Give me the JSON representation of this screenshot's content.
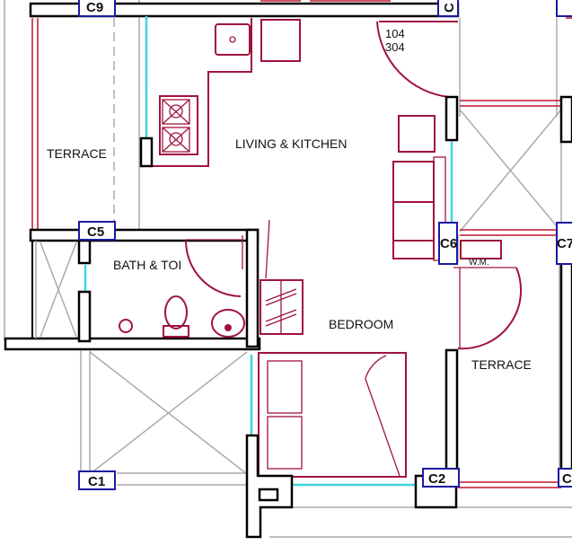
{
  "rooms": {
    "terrace_left": "TERRACE",
    "living_kitchen": "LIVING & KITCHEN",
    "bath": "BATH & TOI",
    "bedroom": "BEDROOM",
    "terrace_right": "TERRACE",
    "washing_machine": "W.M."
  },
  "unit_numbers": [
    "104",
    "304"
  ],
  "columns": {
    "c9": "C9",
    "c_top_right": "C",
    "c5": "C5",
    "c6": "C6",
    "c7": "C7",
    "c1": "C1",
    "c2": "C2",
    "c_bottom_right": "C"
  },
  "colors": {
    "wall": "#000000",
    "furniture": "#a0143c",
    "window": "#3fd6dc",
    "column_outline": "#1a1aa0",
    "railing": "#c0152a"
  }
}
